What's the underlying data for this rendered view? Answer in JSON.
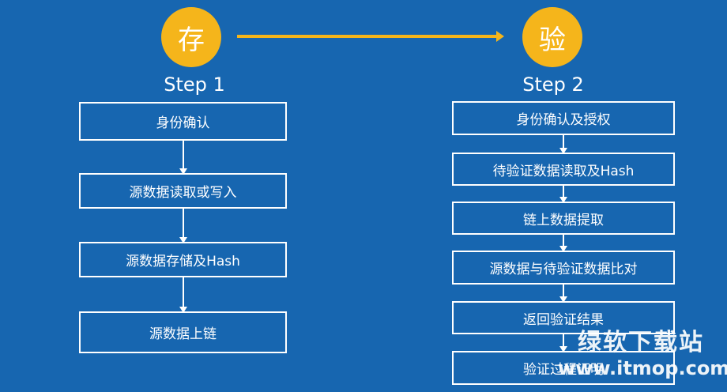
{
  "step1": {
    "badge": "存",
    "title": "Step 1",
    "boxes": [
      "身份确认",
      "源数据读取或写入",
      "源数据存储及Hash",
      "源数据上链"
    ]
  },
  "step2": {
    "badge": "验",
    "title": "Step 2",
    "boxes": [
      "身份确认及授权",
      "待验证数据读取及Hash",
      "链上数据提取",
      "源数据与待验证数据比对",
      "返回验证结果",
      "验证过程证明"
    ]
  },
  "watermark": {
    "site_name": "绿软下载站",
    "url": "www.itmop.com"
  },
  "colors": {
    "background": "#1766b0",
    "accent": "#f5b51b",
    "line": "#ffffff"
  }
}
